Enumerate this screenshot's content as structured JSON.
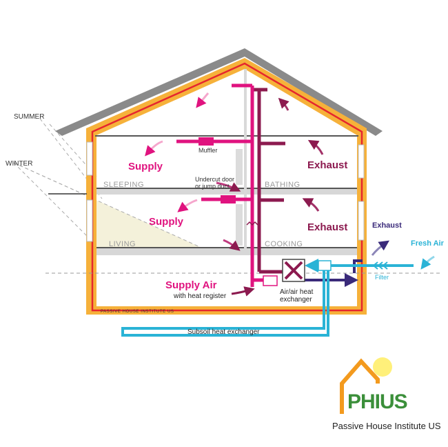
{
  "labels": {
    "summer": "SUMMER",
    "winter": "WINTER",
    "sleeping": "SLEEPING",
    "bathing": "BATHING",
    "living": "LIVING",
    "cooking": "COOKING",
    "supply_upper": "Supply",
    "supply_lower": "Supply",
    "exhaust_upper": "Exhaust",
    "exhaust_lower": "Exhaust",
    "exhaust_out": "Exhaust",
    "fresh_air": "Fresh Air",
    "muffler": "Muffler",
    "undercut_line1": "Undercut door",
    "undercut_line2": "or jump duct",
    "supply_air": "Supply Air",
    "heat_register": "with heat register",
    "hx_line1": "Air/air heat",
    "hx_line2": "exchanger",
    "filter": "Filter",
    "subsoil": "Subsoil heat exchanger",
    "footer_tag": "PASSIVE HOUSE INSTITUTE US"
  },
  "logo": {
    "acronym": "PHIUS",
    "name": "Passive House Institute US"
  },
  "colors": {
    "insulation": "#f6b13a",
    "airtight_line": "#e6262e",
    "supply": "#e0137f",
    "exhaust": "#8c1a4f",
    "fresh_air": "#2ab3d6",
    "exhaust_out": "#3a2a7a",
    "roof": "#8a8a8a",
    "sun": "#fff07a",
    "logo_green": "#3b8f3a",
    "logo_orange": "#f39a1e"
  }
}
